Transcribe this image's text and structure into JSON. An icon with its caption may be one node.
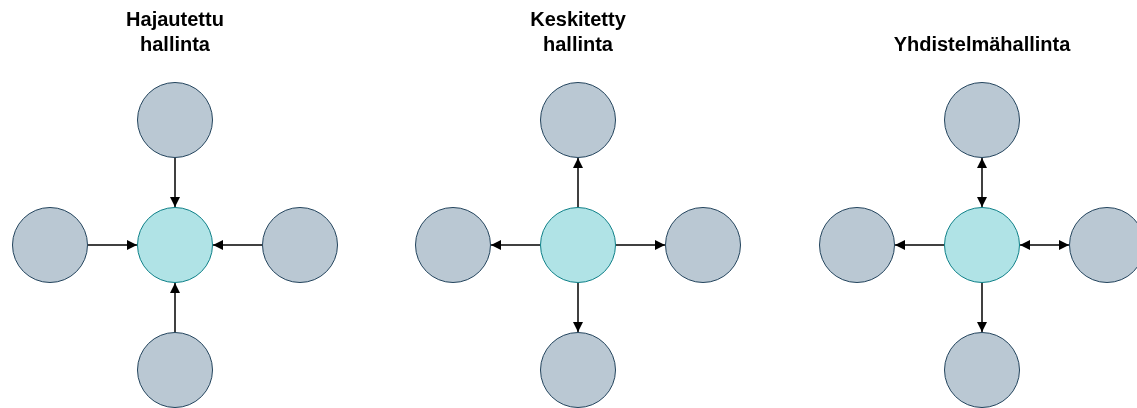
{
  "diagram": {
    "nodes": [
      {
        "text": [],
        "shape": "circle"
      },
      {
        "text": [],
        "shape": "circle"
      },
      {
        "text": [],
        "shape": "circle"
      },
      {
        "text": [],
        "shape": "circle"
      },
      {
        "text": [],
        "shape": "circle"
      },
      {
        "text": [],
        "shape": "circle"
      },
      {
        "text": [],
        "shape": "circle"
      },
      {
        "text": [],
        "shape": "circle"
      },
      {
        "text": [],
        "shape": "circle"
      },
      {
        "text": [],
        "shape": "circle"
      },
      {
        "text": [],
        "shape": "circle"
      },
      {
        "text": [],
        "shape": "circle"
      },
      {
        "text": [],
        "shape": "circle"
      },
      {
        "text": [],
        "shape": "circle"
      },
      {
        "text": [],
        "shape": "circle"
      }
    ],
    "edges": [
      {
        "from": 0,
        "to": 2,
        "arrow": "to"
      },
      {
        "from": 1,
        "to": 2,
        "arrow": "to"
      },
      {
        "from": 3,
        "to": 2,
        "arrow": "to"
      },
      {
        "from": 4,
        "to": 2,
        "arrow": "to"
      },
      {
        "from": 7,
        "to": 5,
        "arrow": "to"
      },
      {
        "from": 7,
        "to": 6,
        "arrow": "to"
      },
      {
        "from": 7,
        "to": 8,
        "arrow": "to"
      },
      {
        "from": 7,
        "to": 9,
        "arrow": "to"
      },
      {
        "from": 12,
        "to": 10,
        "arrow": "both"
      },
      {
        "from": 12,
        "to": 11,
        "arrow": "to"
      },
      {
        "from": 12,
        "to": 13,
        "arrow": "both"
      },
      {
        "from": 12,
        "to": 14,
        "arrow": "to"
      }
    ],
    "labels": [
      "Hajautettu hallinta",
      "Keskitetty hallinta",
      "Yhdistelmähallinta"
    ]
  }
}
